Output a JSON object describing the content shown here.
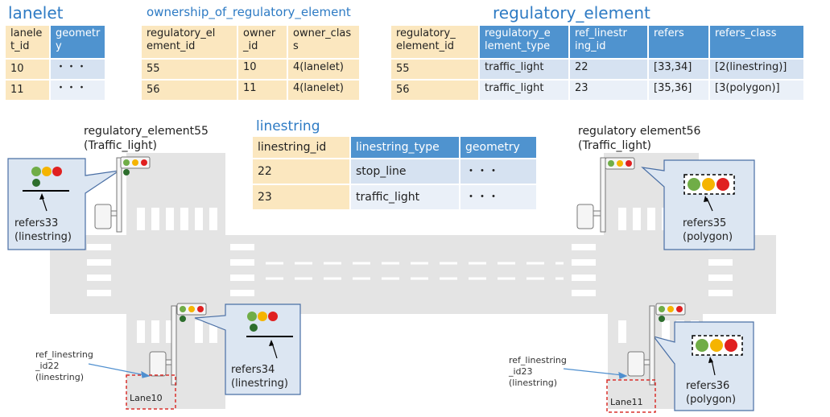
{
  "lanelet_table": {
    "title": "lanelet",
    "headers": [
      "lanele\nt_id",
      "geometr\ny"
    ],
    "rows": [
      [
        "10",
        "・・・"
      ],
      [
        "11",
        "・・・"
      ]
    ]
  },
  "ownership_table": {
    "title": "ownership_of_regulatory_element",
    "headers": [
      "regulatory_el\nement_id",
      "owner\n_id",
      "owner_clas\ns"
    ],
    "rows": [
      [
        "55",
        "10",
        "4(lanelet)"
      ],
      [
        "56",
        "11",
        "4(lanelet)"
      ]
    ]
  },
  "regulatory_table": {
    "title": "regulatory_element",
    "headers": [
      "regulatory_\nelement_id",
      "regulatory_e\nlement_type",
      "ref_linestr\ning_id",
      "refers",
      "refers_class"
    ],
    "rows": [
      [
        "55",
        "traffic_light",
        "22",
        "[33,34]",
        "[2(linestring)]"
      ],
      [
        "56",
        "traffic_light",
        "23",
        "[35,36]",
        "[3(polygon)]"
      ]
    ]
  },
  "linestring_table": {
    "title": "linestring",
    "headers": [
      "linestring_id",
      "linestring_type",
      "geometry"
    ],
    "rows": [
      [
        "22",
        "stop_line",
        "・・・"
      ],
      [
        "23",
        "traffic_light",
        "・・・"
      ]
    ]
  },
  "labels": {
    "reg55_line1": "regulatory_element55",
    "reg55_line2": "(Traffic_light)",
    "reg56_line1": "regulatory element56",
    "reg56_line2": "(Traffic_light)",
    "refers33_line1": "refers33",
    "refers33_line2": "(linestring)",
    "refers34_line1": "refers34",
    "refers34_line2": "(linestring)",
    "refers35_line1": "refers35",
    "refers35_line2": "(polygon)",
    "refers36_line1": "refers36",
    "refers36_line2": "(polygon)",
    "ref22_line1": "ref_linestring",
    "ref22_line2": "_id22",
    "ref22_line3": "(linestring)",
    "ref23_line1": "ref_linestring",
    "ref23_line2": "_id23",
    "ref23_line3": "(linestring)",
    "lane10": "Lane10",
    "lane11": "Lane11"
  },
  "colors": {
    "title_blue": "#2e7bc4",
    "header_blue": "#4f93cf",
    "key_beige": "#fbe7bf",
    "callout_fill": "#dce6f2",
    "callout_border": "#4a6fa5",
    "road_gray": "#e4e4e4",
    "lane_box_red": "#d9302c"
  }
}
